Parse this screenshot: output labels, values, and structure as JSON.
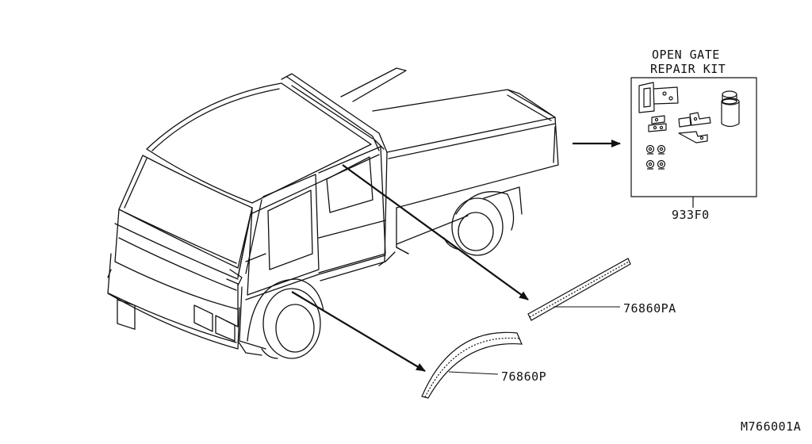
{
  "kit": {
    "title_line1": "OPEN GATE",
    "title_line2": "REPAIR KIT",
    "part_number": "933F0"
  },
  "parts": {
    "upper_moulding": "76860PA",
    "arch_moulding": "76860P"
  },
  "figure_id": "M766001A",
  "colors": {
    "line": "#111111",
    "background": "#ffffff"
  }
}
